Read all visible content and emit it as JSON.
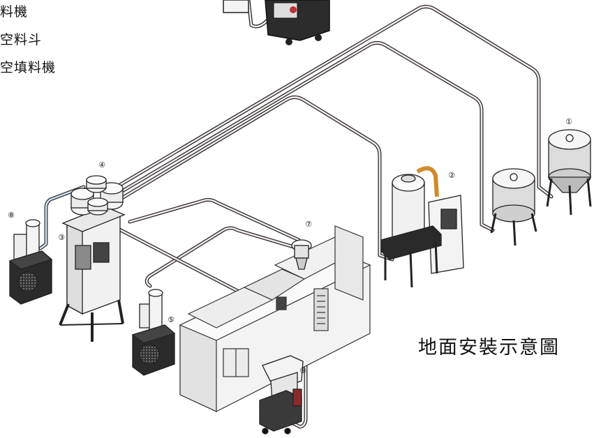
{
  "legend": [
    {
      "text": "料機"
    },
    {
      "text": "空料斗"
    },
    {
      "text": "空填料機"
    }
  ],
  "caption": "地面安裝示意圖",
  "callouts": [
    "①",
    "②",
    "③",
    "④",
    "⑤",
    "⑥",
    "⑦",
    "⑧"
  ],
  "colors": {
    "pipe": "#a07a7a",
    "outline": "#222222",
    "machine_fill": "#f2f2f2",
    "dark": "#2a2a2a"
  }
}
